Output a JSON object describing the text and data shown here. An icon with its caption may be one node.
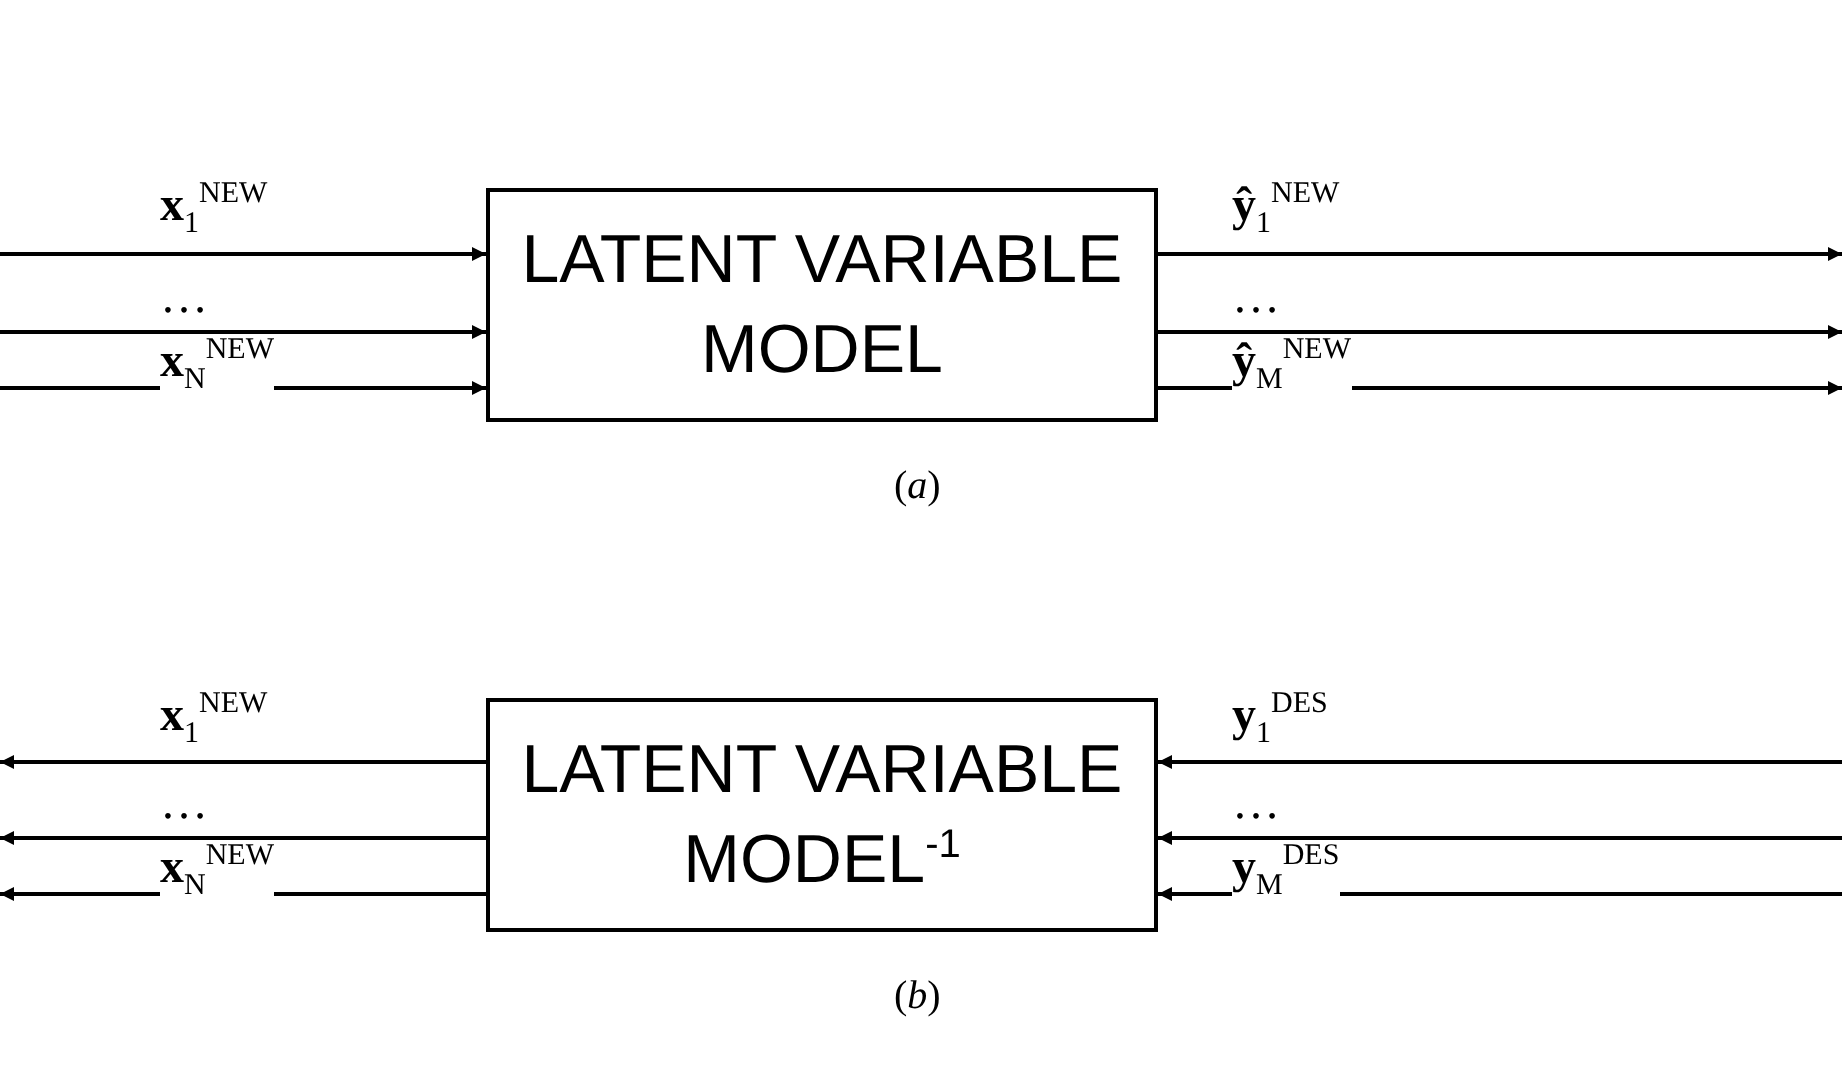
{
  "diagram": {
    "nodes": [
      {
        "text": [
          "LATENT VARIABLE MODEL"
        ]
      },
      {
        "text": [
          "LATENT VARIABLE MODEL$^{-1}$"
        ]
      }
    ],
    "edges": [
      {
        "from": null,
        "to": 0,
        "arrow": "to",
        "label": "**x**$_{1}$$^{NEW}$"
      },
      {
        "from": null,
        "to": 0,
        "arrow": "to",
        "label": "…"
      },
      {
        "from": null,
        "to": 0,
        "arrow": "to",
        "label": "**x**$_{N}$$^{NEW}$"
      },
      {
        "from": 0,
        "to": null,
        "arrow": "to",
        "label": "**ŷ**$_{1}$$^{NEW}$"
      },
      {
        "from": 0,
        "to": null,
        "arrow": "to",
        "label": "…"
      },
      {
        "from": 0,
        "to": null,
        "arrow": "to",
        "label": "**ŷ**$_{M}$$^{NEW}$"
      },
      {
        "from": 1,
        "to": null,
        "arrow": "to",
        "label": "**x**$_{1}$$^{NEW}$"
      },
      {
        "from": 1,
        "to": null,
        "arrow": "to",
        "label": "…"
      },
      {
        "from": 1,
        "to": null,
        "arrow": "to",
        "label": "**x**$_{N}$$^{NEW}$"
      },
      {
        "from": null,
        "to": 1,
        "arrow": "to",
        "label": "**y**$_{1}$$^{DES}$"
      },
      {
        "from": null,
        "to": 1,
        "arrow": "to",
        "label": "…"
      },
      {
        "from": null,
        "to": 1,
        "arrow": "to",
        "label": "**y**$_{M}$$^{DES}$"
      }
    ],
    "labels": [
      "(*a*)",
      "(*b*)"
    ]
  }
}
